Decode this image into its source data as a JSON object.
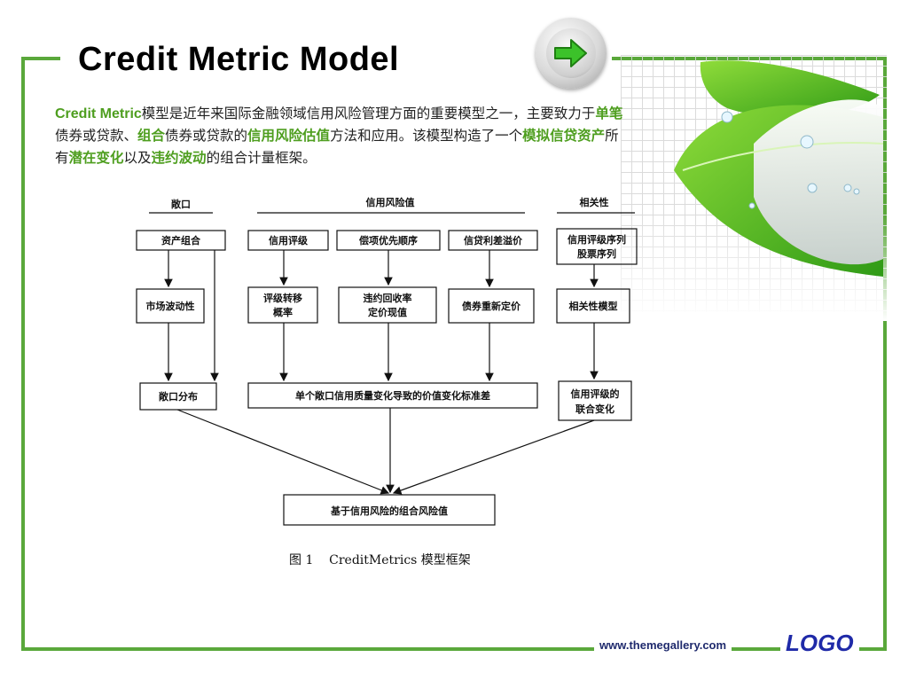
{
  "slide": {
    "title": "Credit Metric Model",
    "nav_icon": "green-right-arrow-icon",
    "paragraph": {
      "brand": "Credit Metric",
      "t1": "模型是近年来国际金融领域信用风险管理方面的重要模型之一，主要致力于",
      "h1": "单笔",
      "t2": "债券或贷款、",
      "h2": "组合",
      "t3": "债券或贷款的",
      "h3": "信用风险估值",
      "t4": "方法和应用。该模型构造了一个",
      "h4": "模拟信贷资产",
      "t5": "所有",
      "h5": "潜在变化",
      "t6": "以及",
      "h6": "违约波动",
      "t7": "的组合计量框架。"
    },
    "footer": {
      "url": "www.themegallery.com",
      "logo": "LOGO"
    },
    "colors": {
      "frame": "#5aa83b",
      "highlight": "#4e9e1f",
      "logo": "#1f2aa8"
    }
  },
  "diagram": {
    "headers": {
      "exposure": "敞口",
      "credit_var": "信用风险值",
      "correlation": "相关性"
    },
    "row1": {
      "asset_portfolio": "资产组合",
      "credit_rating": "信用评级",
      "seniority": "偿项优先顺序",
      "credit_spread": "信贷利差溢价",
      "rating_series_1": "信用评级序列",
      "rating_series_2": "股票序列"
    },
    "row2": {
      "market_volatility": "市场波动性",
      "migration_1": "评级转移",
      "migration_2": "概率",
      "recovery_1": "违约回收率",
      "recovery_2": "定价现值",
      "bond_revaluation": "债券重新定价",
      "correlation_model": "相关性模型"
    },
    "row3": {
      "exposure_distribution": "敞口分布",
      "value_std": "单个敞口信用质量变化导致的价值变化标准差",
      "joint_1": "信用评级的",
      "joint_2": "联合变化"
    },
    "result": "基于信用风险的组合风险值",
    "caption": "图 1    CreditMetrics 模型框架"
  }
}
